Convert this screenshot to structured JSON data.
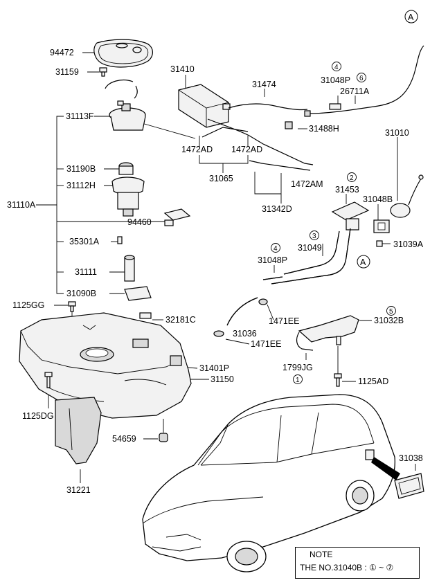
{
  "parts": {
    "p94472": "94472",
    "p31159": "31159",
    "p31410": "31410",
    "p31474": "31474",
    "p31048P_top": "31048P",
    "p26711A": "26711A",
    "p31113F": "31113F",
    "p31488H": "31488H",
    "p31010": "31010",
    "p1472AD_a": "1472AD",
    "p1472AD_b": "1472AD",
    "p31190B": "31190B",
    "p31112H": "31112H",
    "p31065": "31065",
    "p1472AM": "1472AM",
    "p31453": "31453",
    "p31048B": "31048B",
    "p31110A": "31110A",
    "p94460": "94460",
    "p31342D": "31342D",
    "p31049": "31049",
    "p35301A": "35301A",
    "p31039A": "31039A",
    "p31048P_mid": "31048P",
    "p31111": "31111",
    "p31090B": "31090B",
    "p1125GG": "1125GG",
    "p32181C": "32181C",
    "p1471EE_a": "1471EE",
    "p31032B": "31032B",
    "p31036": "31036",
    "p1471EE_b": "1471EE",
    "p31401P": "31401P",
    "p1799JG": "1799JG",
    "p31150": "31150",
    "p1125AD": "1125AD",
    "p1125DG": "1125DG",
    "p54659": "54659",
    "p31038": "31038",
    "p31221": "31221"
  },
  "callouts": {
    "A": "A",
    "c4_top": "4",
    "c6": "6",
    "c2": "2",
    "c3": "3",
    "c4_mid": "4",
    "c5": "5",
    "c1": "1"
  },
  "note": {
    "title": "NOTE",
    "text": "THE NO.31040B : ① ~ ⑦"
  }
}
